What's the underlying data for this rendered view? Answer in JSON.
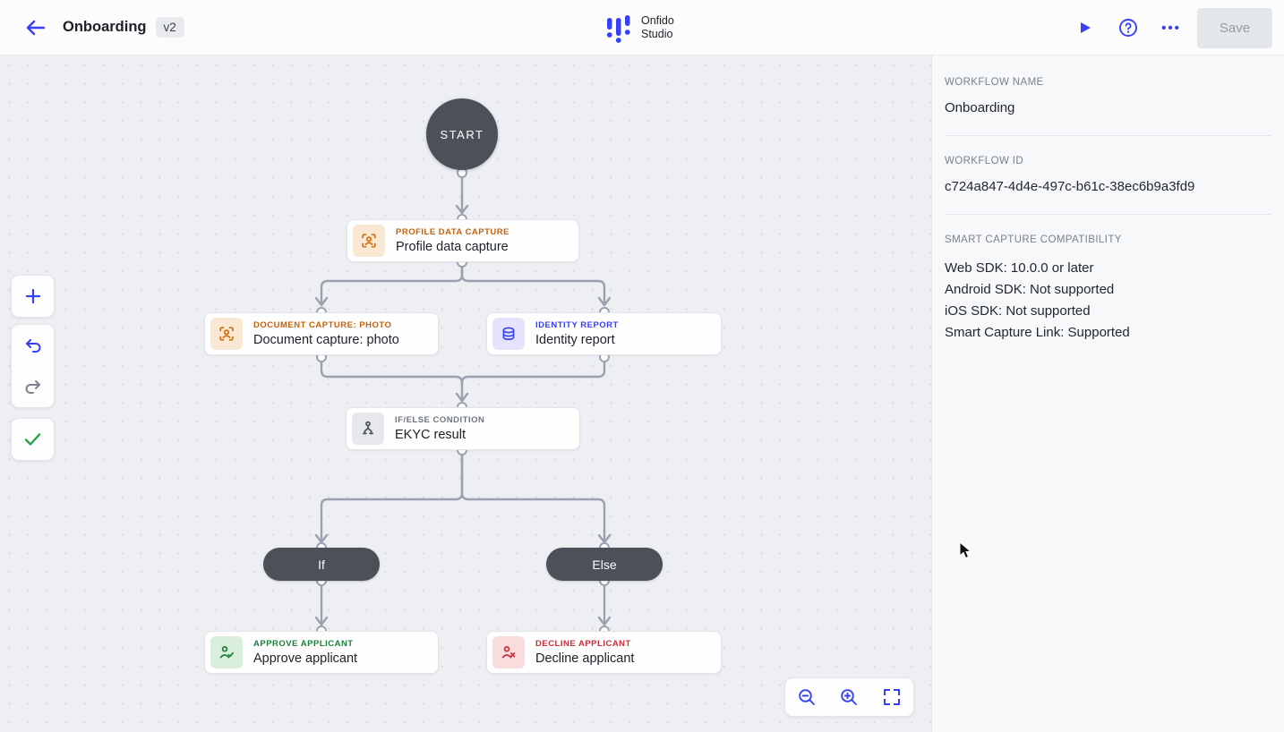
{
  "topbar": {
    "title": "Onboarding",
    "version_badge": "v2",
    "logo_line1": "Onfido",
    "logo_line2": "Studio",
    "save_label": "Save"
  },
  "icons": {
    "back": "arrow-left",
    "run": "play-triangle",
    "help": "question-mark-circle",
    "more": "ellipsis",
    "add_node": "plus",
    "undo": "undo-arrow",
    "redo": "redo-arrow",
    "validate": "check-mark",
    "zoom_out": "magnifier-minus",
    "zoom_in": "magnifier-plus",
    "fit_view": "fit-screen-brackets"
  },
  "canvas": {
    "nodes": {
      "start": {
        "label": "START"
      },
      "profile": {
        "type_label": "PROFILE DATA CAPTURE",
        "title": "Profile data capture"
      },
      "document": {
        "type_label": "DOCUMENT CAPTURE: PHOTO",
        "title": "Document capture: photo"
      },
      "identity": {
        "type_label": "IDENTITY REPORT",
        "title": "Identity report"
      },
      "condition": {
        "type_label": "IF/ELSE CONDITION",
        "title": "EKYC result"
      },
      "if_branch": {
        "label": "If"
      },
      "else_branch": {
        "label": "Else"
      },
      "approve": {
        "type_label": "APPROVE APPLICANT",
        "title": "Approve applicant"
      },
      "decline": {
        "type_label": "DECLINE APPLICANT",
        "title": "Decline applicant"
      }
    }
  },
  "panel": {
    "workflow_name_label": "WORKFLOW NAME",
    "workflow_name": "Onboarding",
    "workflow_id_label": "WORKFLOW ID",
    "workflow_id": "c724a847-4d4e-497c-b61c-38ec6b9a3fd9",
    "compatibility_label": "SMART CAPTURE COMPATIBILITY",
    "compatibility_items": [
      "Web SDK: 10.0.0 or later",
      "Android SDK: Not supported",
      "iOS SDK: Not supported",
      "Smart Capture Link: Supported"
    ]
  },
  "colors": {
    "accent_blue": "#3640f5",
    "node_dark": "#4b5059",
    "edge_gray": "#9aa2ad",
    "orange": "#c2610c",
    "green": "#1a8038",
    "red": "#ce2d3a",
    "canvas_bg": "#edeff3",
    "panel_bg": "#f7f8fa"
  }
}
